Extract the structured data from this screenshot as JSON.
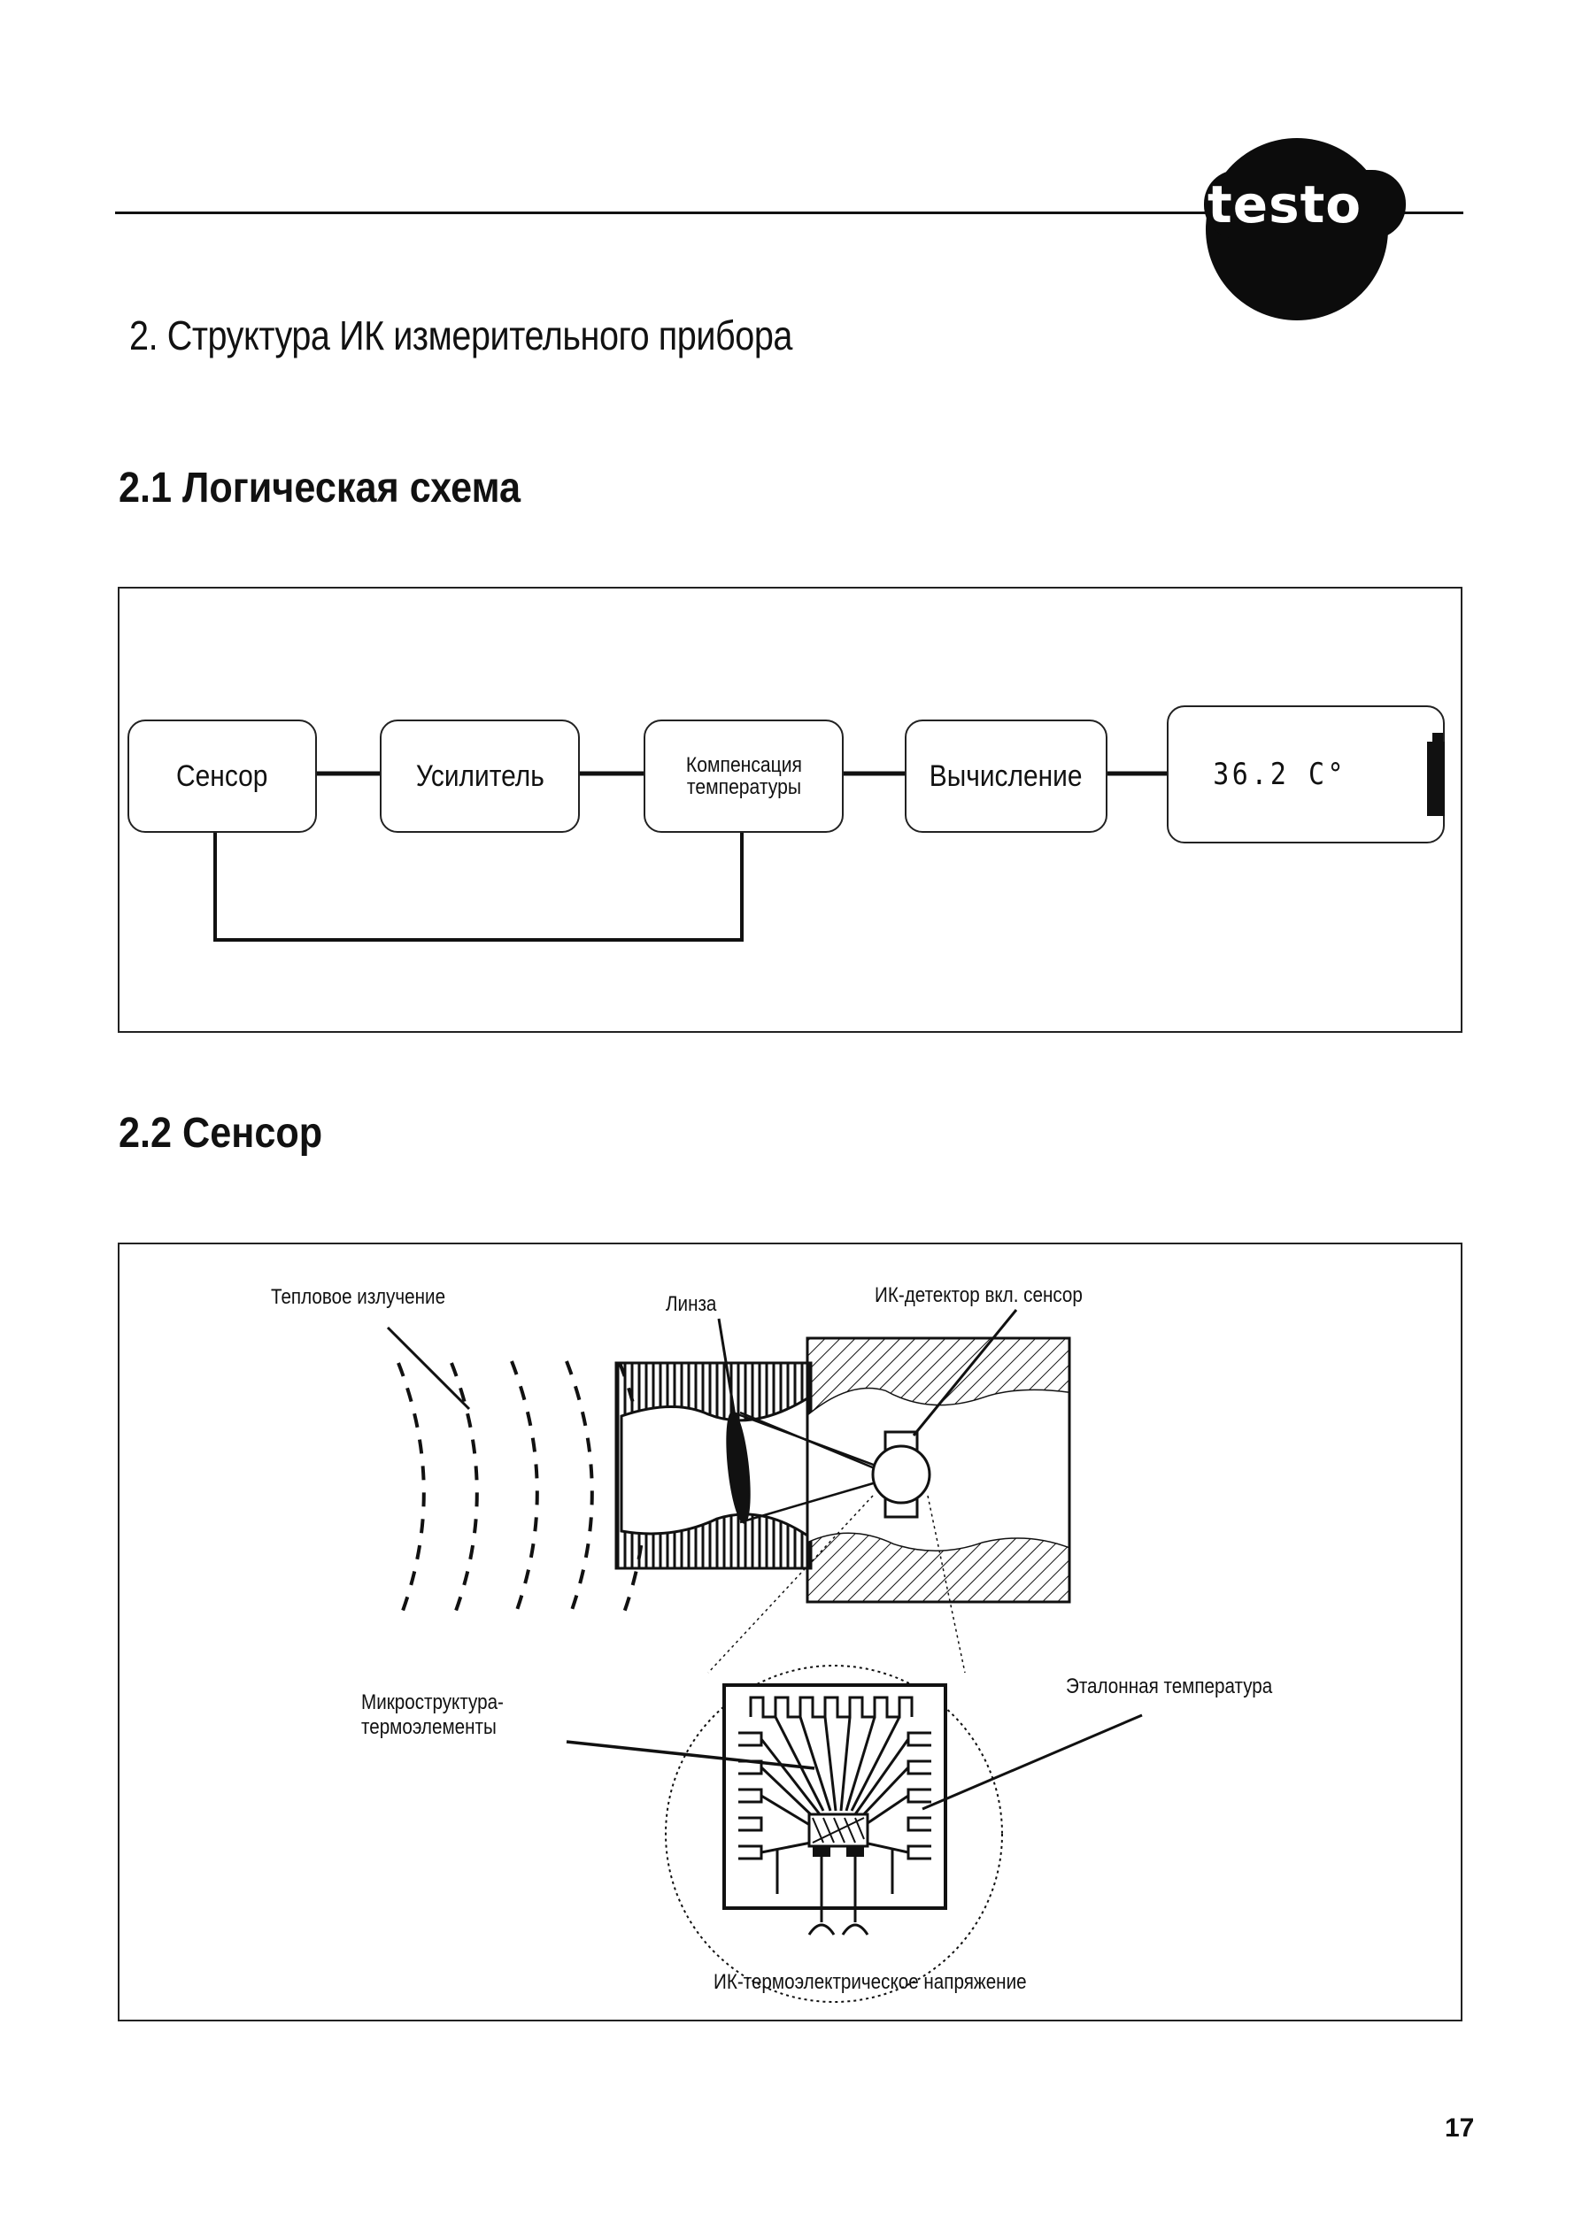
{
  "header": {
    "logo_text": "testo"
  },
  "chapter_title": "2. Структура ИК измерительного прибора",
  "section_logic": {
    "title": "2.1 Логическая схема",
    "blocks": {
      "sensor": "Сенсор",
      "amplifier": "Усилитель",
      "compensation_line1": "Компенсация",
      "compensation_line2": "температуры",
      "calculation": "Вычисление",
      "display_value": "36.2 C°"
    }
  },
  "section_sensor": {
    "title": "2.2 Сенсор",
    "labels": {
      "thermal_radiation": "Тепловое излучение",
      "lens": "Линза",
      "ir_detector": "ИК-детектор вкл. сенсор",
      "microstructure_line1": "Микроструктура-",
      "microstructure_line2": "термоэлементы",
      "reference_temperature": "Эталонная температура",
      "ir_voltage": "ИК-термоэлектрическое напряжение"
    }
  },
  "page_number": "17"
}
